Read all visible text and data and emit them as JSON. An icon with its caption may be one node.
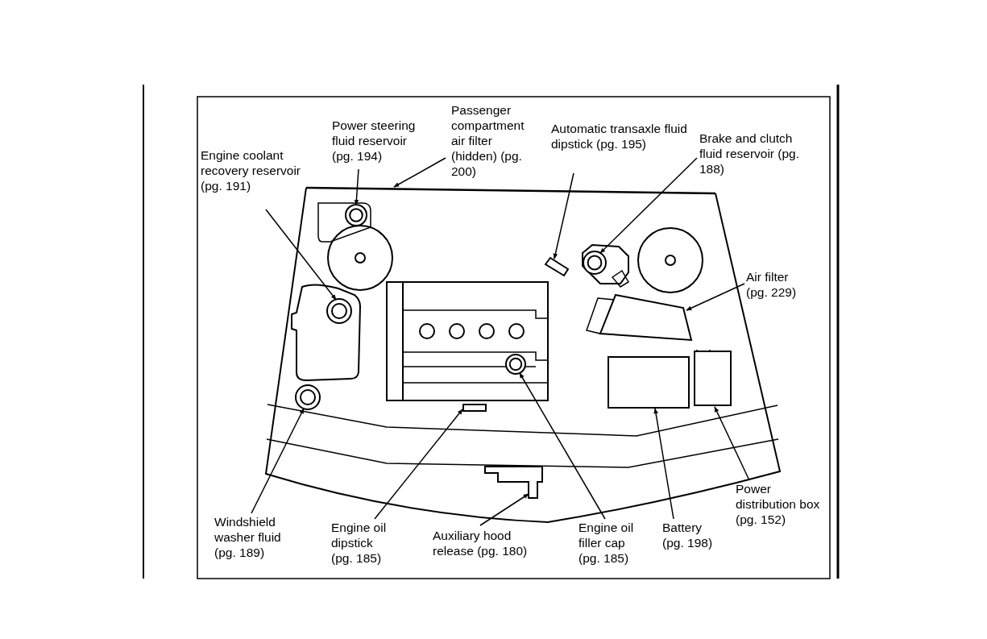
{
  "diagram": {
    "nodes": [
      {
        "text": [
          "Engine coolant recovery reservoir (pg. 191)"
        ]
      },
      {
        "text": [
          "Power steering fluid reservoir (pg. 194)"
        ]
      },
      {
        "text": [
          "Passenger compartment air filter (hidden) (pg. 200)"
        ]
      },
      {
        "text": [
          "Automatic transaxle fluid dipstick (pg. 195)"
        ]
      },
      {
        "text": [
          "Brake and clutch fluid reservoir (pg. 188)"
        ]
      },
      {
        "text": [
          "Air filter (pg. 229)"
        ]
      },
      {
        "text": [
          "Windshield washer fluid (pg. 189)"
        ]
      },
      {
        "text": [
          "Engine oil dipstick (pg. 185)"
        ]
      },
      {
        "text": [
          "Auxiliary hood release (pg. 180)"
        ]
      },
      {
        "text": [
          "Engine oil filler cap (pg. 185)"
        ]
      },
      {
        "text": [
          "Battery (pg. 198)"
        ]
      },
      {
        "text": [
          "Power distribution box (pg. 152)"
        ]
      },
      {
        "text": [],
        "shape": "circle"
      },
      {
        "text": [],
        "shape": "circle"
      },
      {
        "text": [],
        "shape": "box"
      },
      {
        "text": [],
        "shape": "circle"
      },
      {
        "text": [],
        "shape": "box"
      },
      {
        "text": [],
        "shape": "circle"
      },
      {
        "text": [],
        "shape": "box"
      },
      {
        "text": [],
        "shape": "box"
      },
      {
        "text": [],
        "shape": "circle"
      },
      {
        "text": [],
        "shape": "box"
      },
      {
        "text": [],
        "shape": "box"
      },
      {
        "text": [],
        "shape": "bar"
      }
    ],
    "edges": [
      {
        "from": 0,
        "to": 12,
        "arrow": "to"
      },
      {
        "from": 1,
        "to": 13,
        "arrow": "to"
      },
      {
        "from": 2,
        "to": 23,
        "arrow": "to"
      },
      {
        "from": 3,
        "to": 14,
        "arrow": "to"
      },
      {
        "from": 4,
        "to": 15,
        "arrow": "to"
      },
      {
        "from": 5,
        "to": 16,
        "arrow": "to"
      },
      {
        "from": 6,
        "to": 17,
        "arrow": "to"
      },
      {
        "from": 7,
        "to": 18,
        "arrow": "to"
      },
      {
        "from": 8,
        "to": 19,
        "arrow": "to"
      },
      {
        "from": 9,
        "to": 20,
        "arrow": "to"
      },
      {
        "from": 10,
        "to": 21,
        "arrow": "to"
      },
      {
        "from": 11,
        "to": 22,
        "arrow": "to"
      }
    ]
  }
}
